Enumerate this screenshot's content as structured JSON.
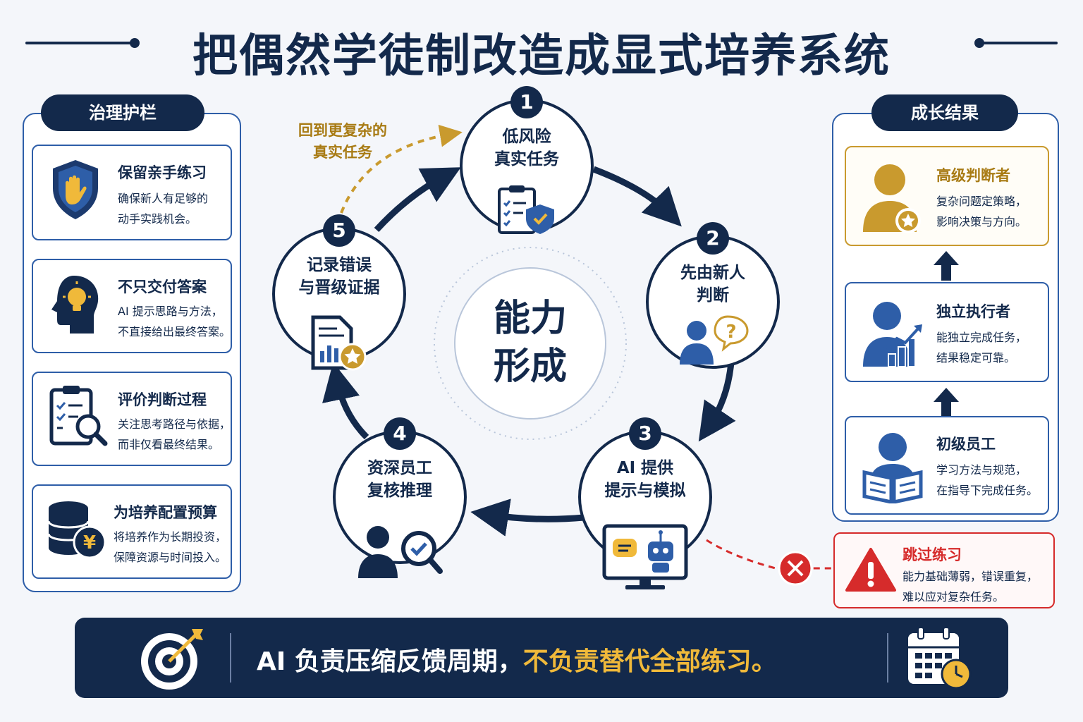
{
  "title": "把偶然学徒制改造成显式培养系统",
  "left_panel": {
    "tag": "治理护栏",
    "cards": [
      {
        "title": "保留亲手练习",
        "desc": "确保新人有足够的\n动手实践机会。",
        "icon": "shield-hand-icon"
      },
      {
        "title": "不只交付答案",
        "desc": "AI 提示思路与方法，\n不直接给出最终答案。",
        "icon": "head-lightbulb-icon"
      },
      {
        "title": "评价判断过程",
        "desc": "关注思考路径与依据，\n而非仅看最终结果。",
        "icon": "clipboard-magnifier-icon"
      },
      {
        "title": "为培养配置预算",
        "desc": "将培养作为长期投资，\n保障资源与时间投入。",
        "icon": "database-yen-icon"
      }
    ]
  },
  "cycle": {
    "center": "能力\n形成",
    "loop_back_label": "回到更复杂的\n真实任务",
    "nodes": [
      {
        "num": "1",
        "label": "低风险\n真实任务",
        "icon": "clipboard-shield-icon"
      },
      {
        "num": "2",
        "label": "先由新人\n判断",
        "icon": "person-question-icon"
      },
      {
        "num": "3",
        "label": "AI 提供\n提示与模拟",
        "icon": "monitor-robot-icon"
      },
      {
        "num": "4",
        "label": "资深员工\n复核推理",
        "icon": "person-check-icon"
      },
      {
        "num": "5",
        "label": "记录错误\n与晋级证据",
        "icon": "report-star-icon"
      }
    ]
  },
  "right_panel": {
    "tag": "成长结果",
    "cards": [
      {
        "title": "高级判断者",
        "desc": "复杂问题定策略，\n影响决策与方向。",
        "icon": "person-star-icon"
      },
      {
        "title": "独立执行者",
        "desc": "能独立完成任务，\n结果稳定可靠。",
        "icon": "person-chart-icon"
      },
      {
        "title": "初级员工",
        "desc": "学习方法与规范，\n在指导下完成任务。",
        "icon": "person-book-icon"
      }
    ]
  },
  "warning": {
    "title": "跳过练习",
    "desc": "能力基础薄弱，错误重复，\n难以应对复杂任务。",
    "icon": "warning-triangle-icon"
  },
  "banner": {
    "part1": "AI 负责压缩反馈周期，",
    "part2": "不负责替代全部练习。"
  },
  "colors": {
    "navy": "#13294b",
    "blue": "#2e5ea8",
    "gold": "#c99a2e",
    "red": "#d62b2b"
  }
}
